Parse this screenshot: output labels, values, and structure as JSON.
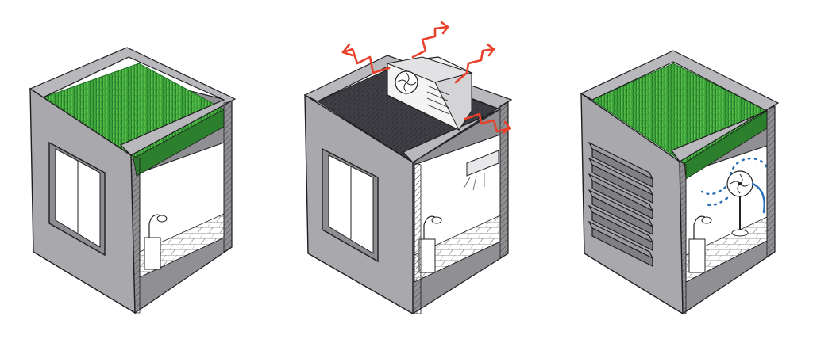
{
  "diagram": {
    "panels": [
      {
        "id": "green-roof-window",
        "roof": "grass",
        "wall_opening": "window",
        "cooling": "none"
      },
      {
        "id": "dark-roof-ac",
        "roof": "dark-tar",
        "wall_opening": "window",
        "cooling": "air-conditioner"
      },
      {
        "id": "green-roof-louvers-fan",
        "roof": "grass",
        "wall_opening": "louvered-shutters",
        "cooling": "standing-fan"
      }
    ],
    "colors": {
      "wall_face": "#a9a9ad",
      "wall_top": "#b9b9bd",
      "wall_side": "#8f8f94",
      "outline": "#1e1e1e",
      "grass": "#3fa63c",
      "grass_dark": "#1f6e25",
      "dark_roof": "#3e3e44",
      "heat_arrow": "#e8402a",
      "airflow": "#2a6fb8",
      "interior": "#ffffff"
    },
    "icons": [
      "grass-roof-icon",
      "window-icon",
      "air-conditioner-icon",
      "heat-arrow-icon",
      "louver-icon",
      "standing-fan-icon",
      "desk-lamp-icon",
      "wall-ac-icon"
    ]
  }
}
